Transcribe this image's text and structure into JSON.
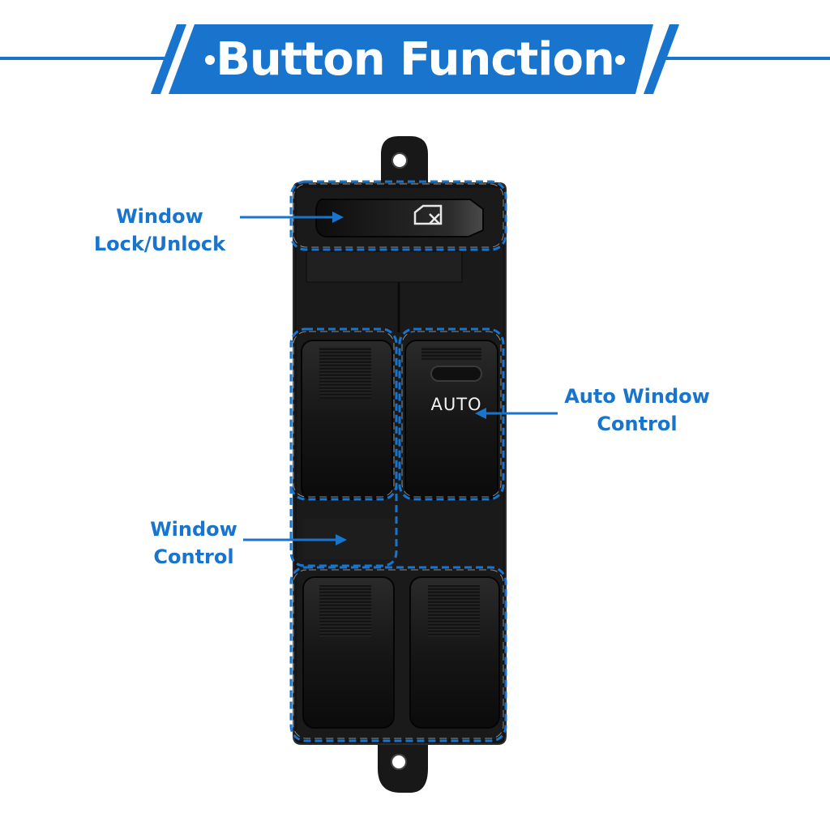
{
  "header": {
    "title": "Button Function",
    "accent_color": "#1874cd"
  },
  "callouts": {
    "window_lock": {
      "line1": "Window",
      "line2": "Lock/Unlock"
    },
    "auto_window": {
      "line1": "Auto Window",
      "line2": "Control"
    },
    "window_control": {
      "line1": "Window",
      "line2": "Control"
    }
  },
  "switch": {
    "auto_label": "AUTO",
    "lock_icon": "window-lock-icon"
  }
}
